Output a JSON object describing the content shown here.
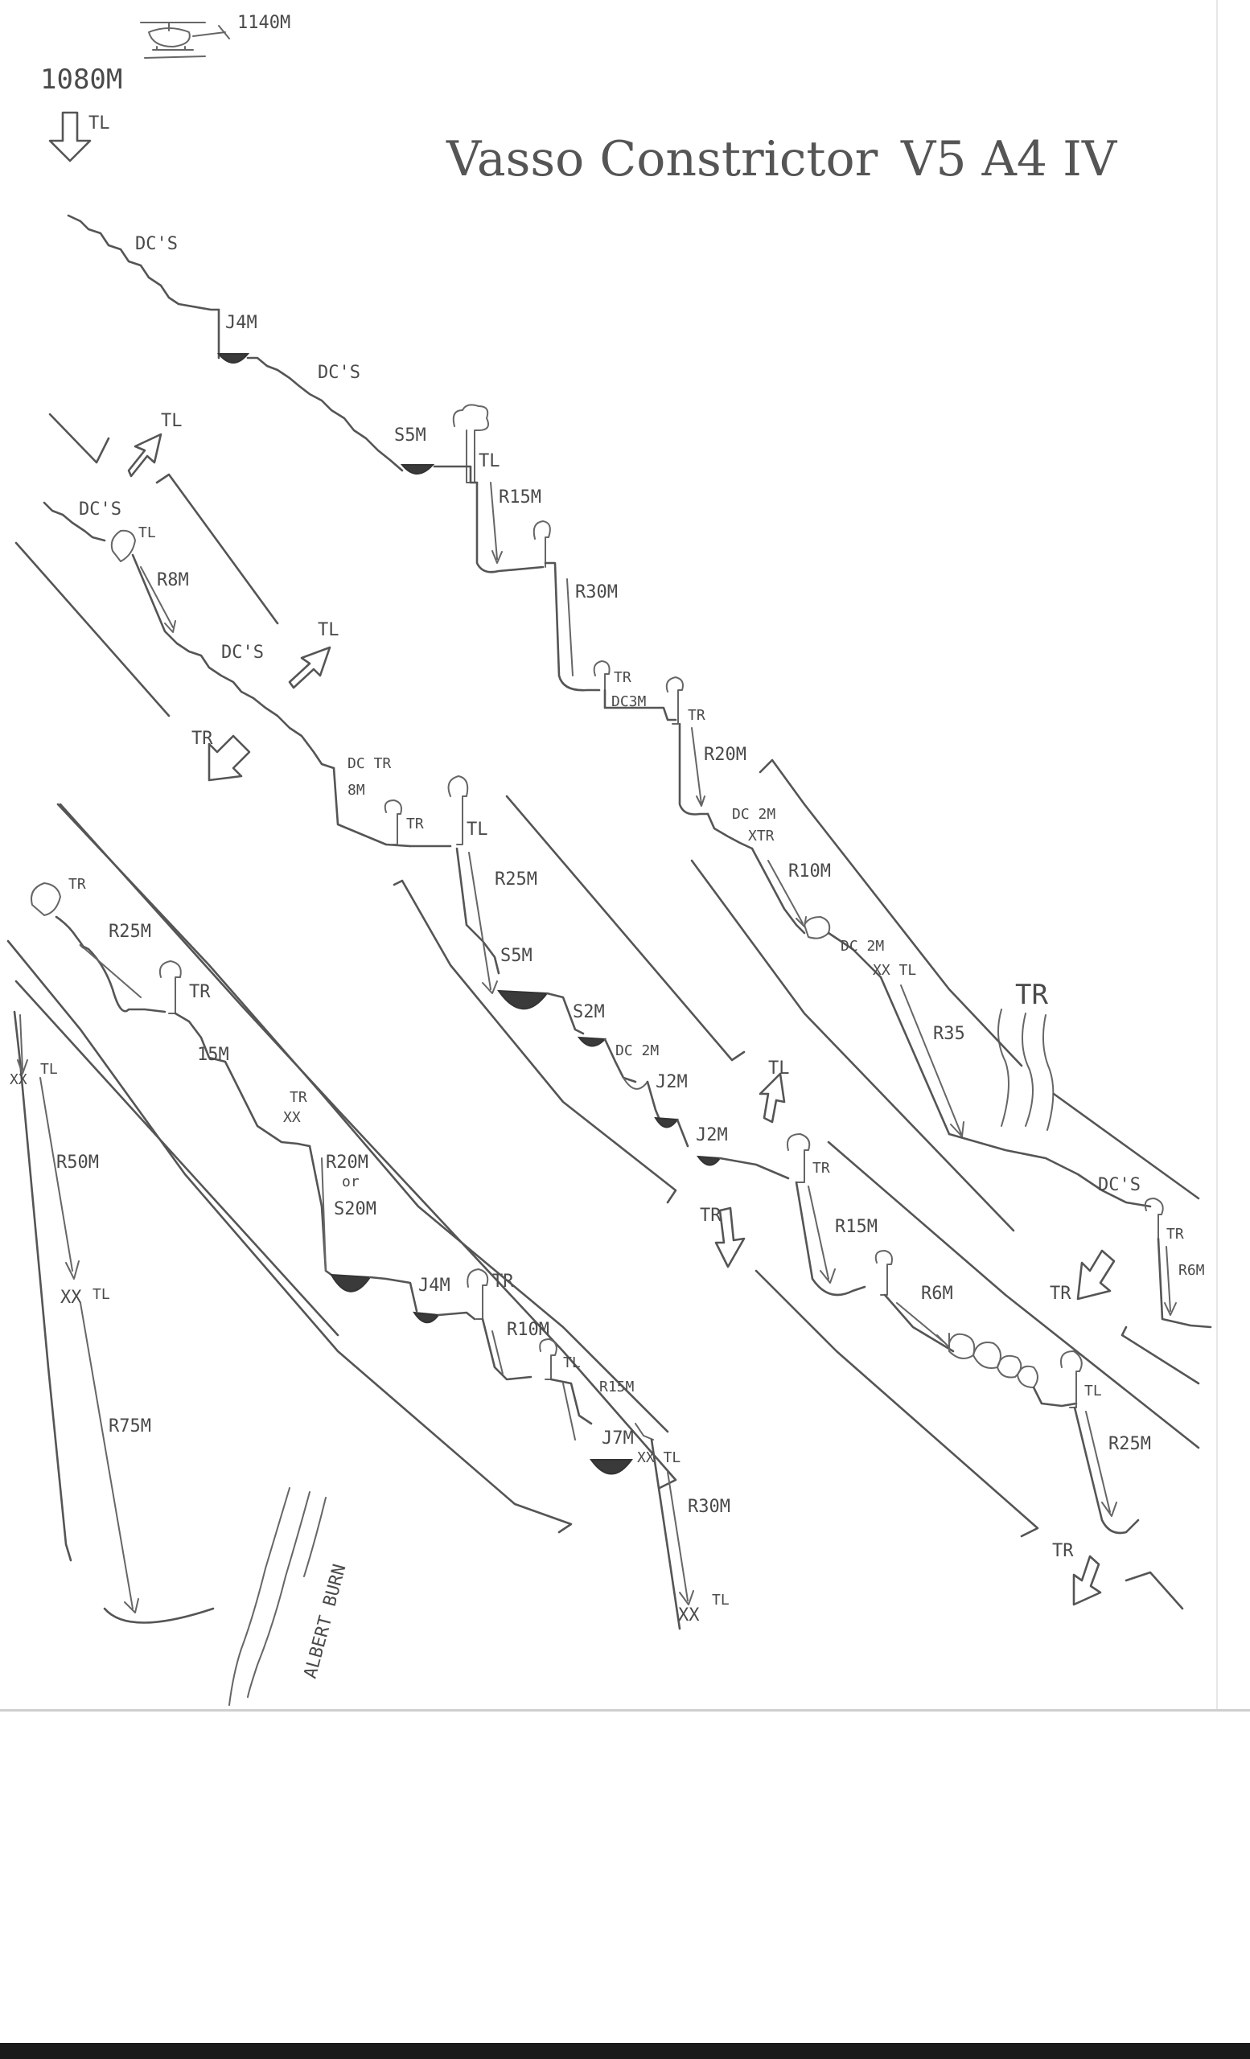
{
  "title": "Vasso Constrictor",
  "grade": "V5 A4 IV",
  "heli_altitude": "1140M",
  "start_altitude": "1080M",
  "stream_name": "ALBERT BURN",
  "labels": {
    "tl": "TL",
    "tr": "TR",
    "dcs": "DC'S",
    "xx": "XX",
    "j4m": "J4M",
    "s5m": "S5M",
    "r15m": "R15M",
    "r30m": "R30M",
    "r8m": "R8M",
    "dc3m": "DC3M",
    "r20m": "R20M",
    "dc_tr": "DC TR",
    "8m": "8M",
    "dc2m": "DC 2M",
    "xtr": "XTR",
    "r10m": "R10M",
    "xx_tl": "XX TL",
    "r35": "R35",
    "r25m": "R25M",
    "s2m": "S2M",
    "j2m": "J2M",
    "r6m": "R6M",
    "15m": "15M",
    "r20m_or": "R20M",
    "or": "or",
    "s20m": "S20M",
    "r50m": "R50M",
    "r75m": "R75M",
    "j7m": "J7M",
    "r30m_end": "R30M"
  }
}
